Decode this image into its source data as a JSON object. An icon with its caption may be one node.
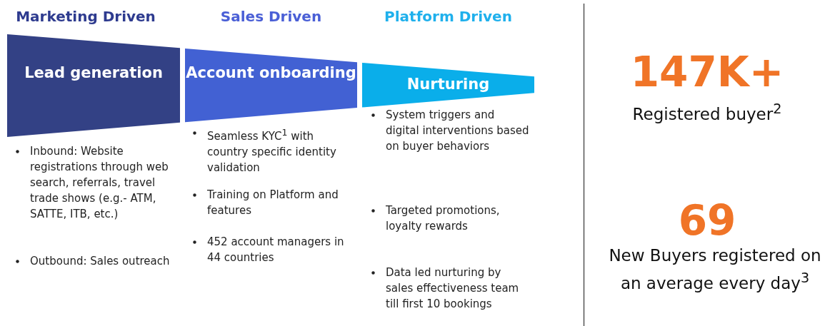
{
  "diagram": {
    "nodes": [
      {
        "text": [
          "Lead generation"
        ],
        "beside": [
          "Inbound: Website registrations through web search, referrals, travel trade shows (e.g.- ATM, SATTE, ITB, etc.)",
          "Outbound: Sales outreach"
        ]
      },
      {
        "text": [
          "Account onboarding"
        ],
        "beside": [
          "Seamless KYC$^{1}$ with country specific identity validation",
          "Training on Platform and features",
          "452 account managers in 44 countries"
        ]
      },
      {
        "text": [
          "Nurturing"
        ],
        "beside": [
          "System triggers and digital interventions based on buyer behaviors",
          "Targeted promotions, loyalty rewards",
          "Data led nurturing by sales effectiveness team till first 10 bookings"
        ]
      }
    ],
    "edges": [],
    "labels": [
      "Marketing Driven",
      "Sales Driven",
      "Platform Driven",
      "147K+",
      "Registered buyer$^{2}$",
      "69",
      "New Buyers registered on an average every day$^{3}$"
    ]
  }
}
